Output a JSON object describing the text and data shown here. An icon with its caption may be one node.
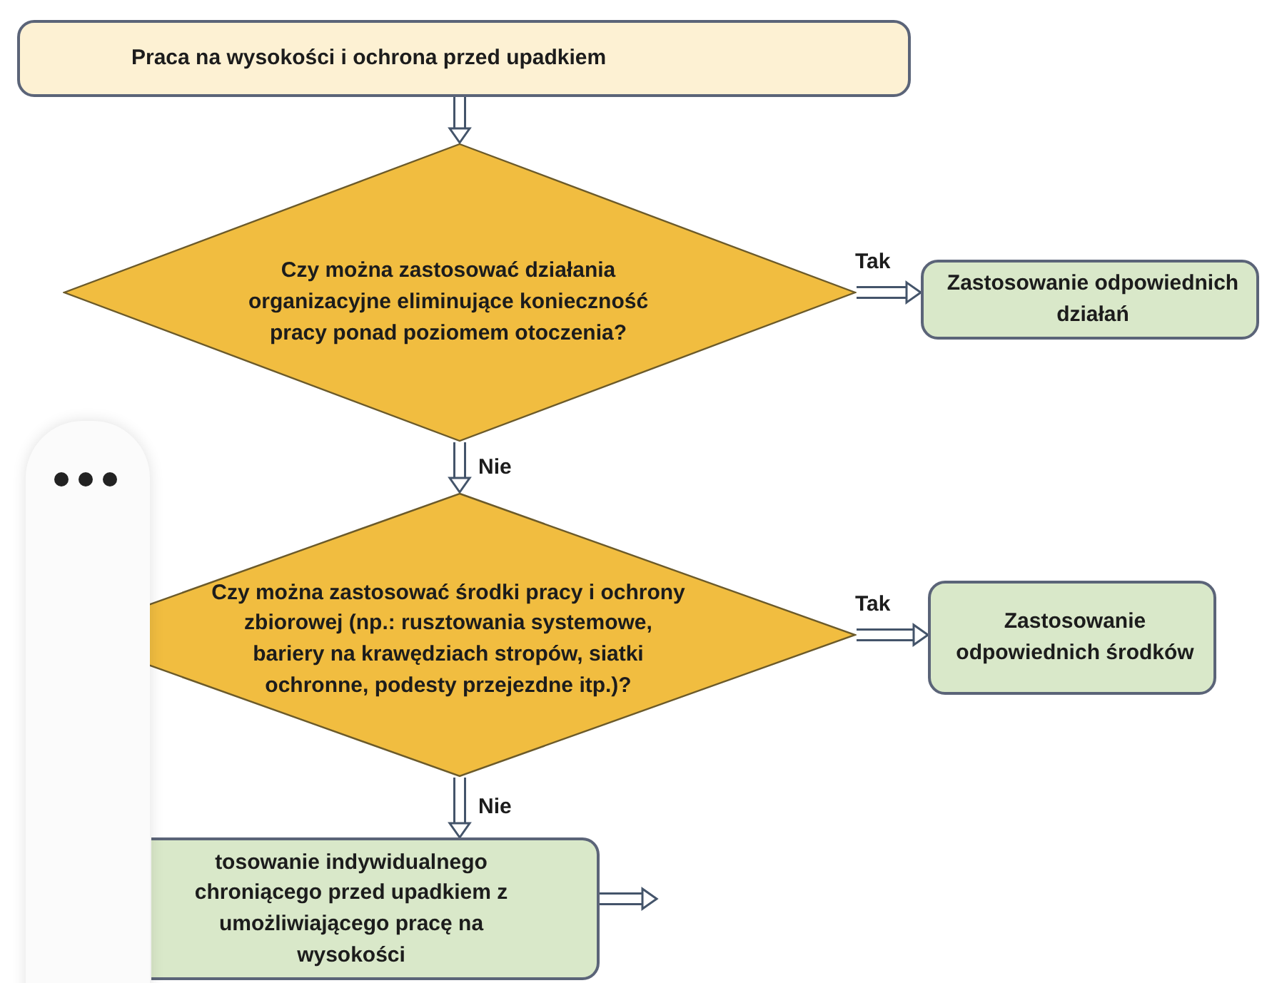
{
  "diagram": {
    "nodes": [
      {
        "text": [
          "Praca na wysokości i ochrona  przed upadkiem"
        ]
      },
      {
        "text": [
          "Czy można zastosować działania organizacyjne eliminujące konieczność pracy ponad poziomem otoczenia?"
        ]
      },
      {
        "text": [
          "Zastosowanie odpowiednich działań"
        ]
      },
      {
        "text": [
          "Czy można zastosować środki pracy i ochrony zbiorowej (np.: rusztowania systemowe, bariery na krawędziach stropów, siatki ochronne, podesty przejezdne itp.)?"
        ]
      },
      {
        "text": [
          "Zastosowanie odpowiednich środków"
        ]
      },
      {
        "text": [
          "tosowanie indywidualnego chroniącego przed upadkiem z umożliwiającego pracę na wysokości"
        ]
      }
    ],
    "edges": [
      {
        "from": 0,
        "to": 1,
        "arrow": "to"
      },
      {
        "from": 1,
        "to": 2,
        "arrow": "to",
        "label": "Tak"
      },
      {
        "from": 1,
        "to": 3,
        "arrow": "to",
        "label": "Nie"
      },
      {
        "from": 3,
        "to": 4,
        "arrow": "to",
        "label": "Tak"
      },
      {
        "from": 3,
        "to": 5,
        "arrow": "to",
        "label": "Nie"
      },
      {
        "from": 5,
        "to": null,
        "arrow": "to"
      }
    ]
  }
}
